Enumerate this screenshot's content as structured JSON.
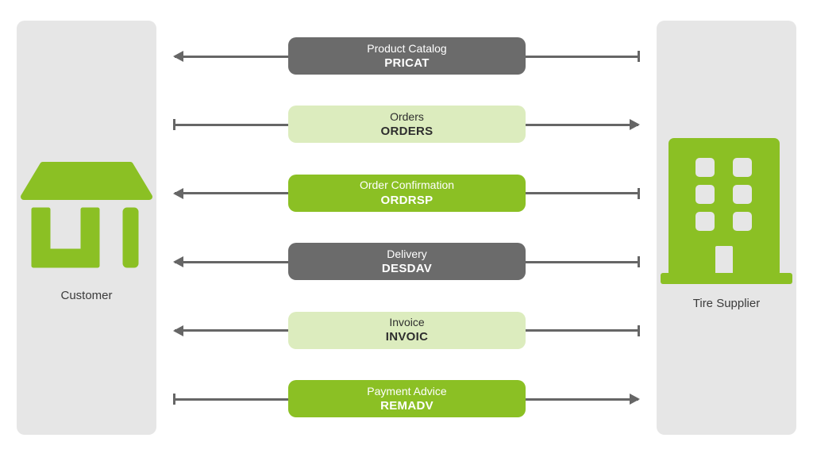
{
  "diagram": {
    "left_party": {
      "label": "Customer",
      "icon": "storefront-icon"
    },
    "right_party": {
      "label": "Tire Supplier",
      "icon": "building-icon"
    },
    "messages": [
      {
        "label": "Product Catalog",
        "code": "PRICAT",
        "style": "dark",
        "direction": "to-customer"
      },
      {
        "label": "Orders",
        "code": "ORDERS",
        "style": "light",
        "direction": "to-supplier"
      },
      {
        "label": "Order Confirmation",
        "code": "ORDRSP",
        "style": "green",
        "direction": "to-customer"
      },
      {
        "label": "Delivery",
        "code": "DESDAV",
        "style": "dark",
        "direction": "to-customer"
      },
      {
        "label": "Invoice",
        "code": "INVOIC",
        "style": "light",
        "direction": "to-customer"
      },
      {
        "label": "Payment Advice",
        "code": "REMADV",
        "style": "green",
        "direction": "to-supplier"
      }
    ],
    "colors": {
      "dark": {
        "bg": "#6b6b6b",
        "text": "#ffffff"
      },
      "light": {
        "bg": "#dcecbe",
        "text": "#2e2e2e"
      },
      "green": {
        "bg": "#8bc024",
        "text": "#ffffff"
      },
      "arrow": "#666666",
      "panel": "#e6e6e6",
      "party_label": "#3b3b3b",
      "icon_green": "#8bc024"
    }
  }
}
